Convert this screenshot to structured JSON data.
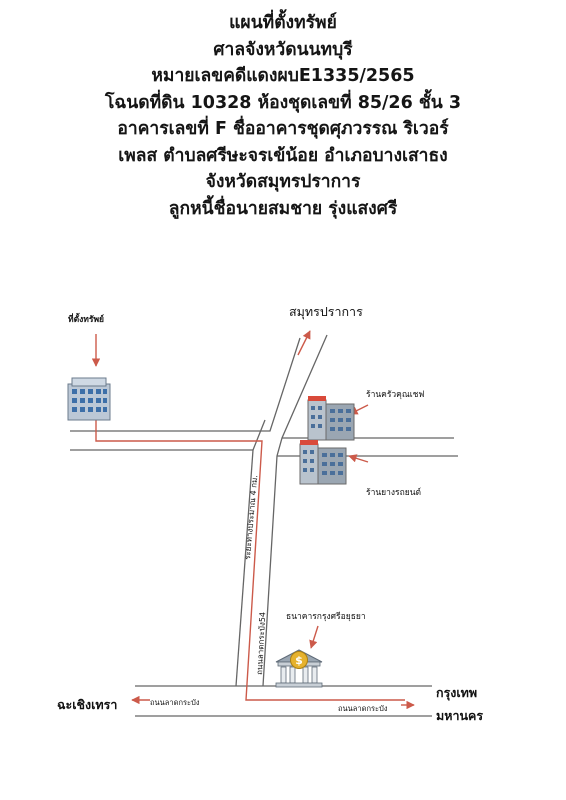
{
  "header": {
    "lines": [
      "แผนที่ตั้งทรัพย์",
      "ศาลจังหวัดนนทบุรี",
      "หมายเลขคดีแดงผบE1335/2565",
      "โฉนดที่ดิน 10328 ห้องชุดเลขที่ 85/26 ชั้น 3",
      "อาคารเลขที่ F ชื่ออาคารชุดศุภวรรณ ริเวอร์",
      "เพลส ตำบลศรีษะจรเข้น้อย อำเภอบางเสาธง",
      "จังหวัดสมุทรปราการ",
      "ลูกหนี้ชื่อนายสมชาย รุ่งแสงศรี"
    ]
  },
  "map": {
    "labels": {
      "property": "ที่ตั้งทรัพย์",
      "north_destination": "สมุทรปราการ",
      "restaurant": "ร้านครัวคุณเชฟ",
      "car_shop": "ร้านยางรถยนต์",
      "distance": "ระยะทางประมาณ 4 กม.",
      "side_road": "ถนนลาดกระบัง54",
      "bank": "ธนาคารกรุงศรีอยุธยา",
      "west_destination": "ฉะเชิงเทรา",
      "main_road_west": "ถนนลาดกระบัง",
      "main_road_east": "ถนนลาดกระบัง",
      "east_destination_line1": "กรุงเทพ",
      "east_destination_line2": "มหานคร"
    },
    "icons": {
      "property": "office-building-icon",
      "restaurant": "building-icon",
      "car_shop": "building-icon",
      "bank": "bank-icon"
    },
    "colors": {
      "road": "#666666",
      "route": "#cc5a4a",
      "bank_gold": "#e6b22e"
    }
  }
}
